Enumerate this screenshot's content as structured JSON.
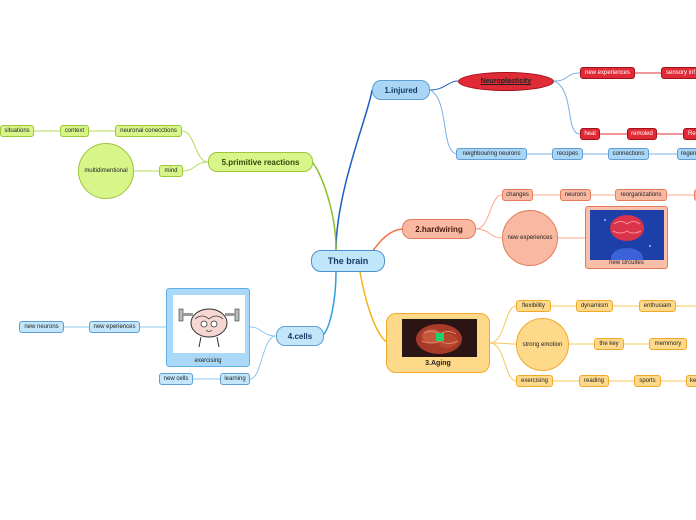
{
  "central": "The brain",
  "branches": {
    "injured": "1.injured",
    "hardwiring": "2.hardwiring",
    "aging": "3.Aging",
    "cells": "4.cells",
    "primitive": "5.primitive reactions"
  },
  "injured": {
    "neuroplasticity": "Neuroplasticity",
    "new_experiences": "new experiences",
    "sensory_info": "sensory inf",
    "heal": "heal",
    "remoled": "remoled",
    "re": "Re",
    "neighbouring_neurons": "neighbouring neurons",
    "recopes": "recopes",
    "connections": "connections",
    "regen": "regen"
  },
  "hardwiring": {
    "changes": "changes",
    "neurons": "neurons",
    "reorganizations": "reorganizations",
    "new_experiences": "new experiences",
    "new_circuites": "new circuites"
  },
  "aging": {
    "flexibility": "flexibility",
    "dynamism": "dynamism",
    "enthusiam": "enthusiam",
    "strong_emotion": "strong emotion",
    "the_key": "the key",
    "memmory": "memmory",
    "exercising": "exercising",
    "reading": "reading",
    "sports": "sports",
    "ke": "ke"
  },
  "cells": {
    "image_caption": "exercising",
    "new_experiences": "new eperiences",
    "new_neurons": "new neurons",
    "learning": "learning",
    "new_cells": "new cells"
  },
  "primitive": {
    "neuronal_conections": "neuronal conecctions",
    "context": "context",
    "situations": "situations",
    "mind": "mind",
    "multidimentional": "multidimentional"
  },
  "colors": {
    "primitive": "#8bbf2a",
    "injured": "#1a5fc4",
    "hardwiring": "#f0704a",
    "aging": "#f5b21a",
    "cells": "#2f9fe0",
    "neuroplasticity": "#e02b36"
  }
}
